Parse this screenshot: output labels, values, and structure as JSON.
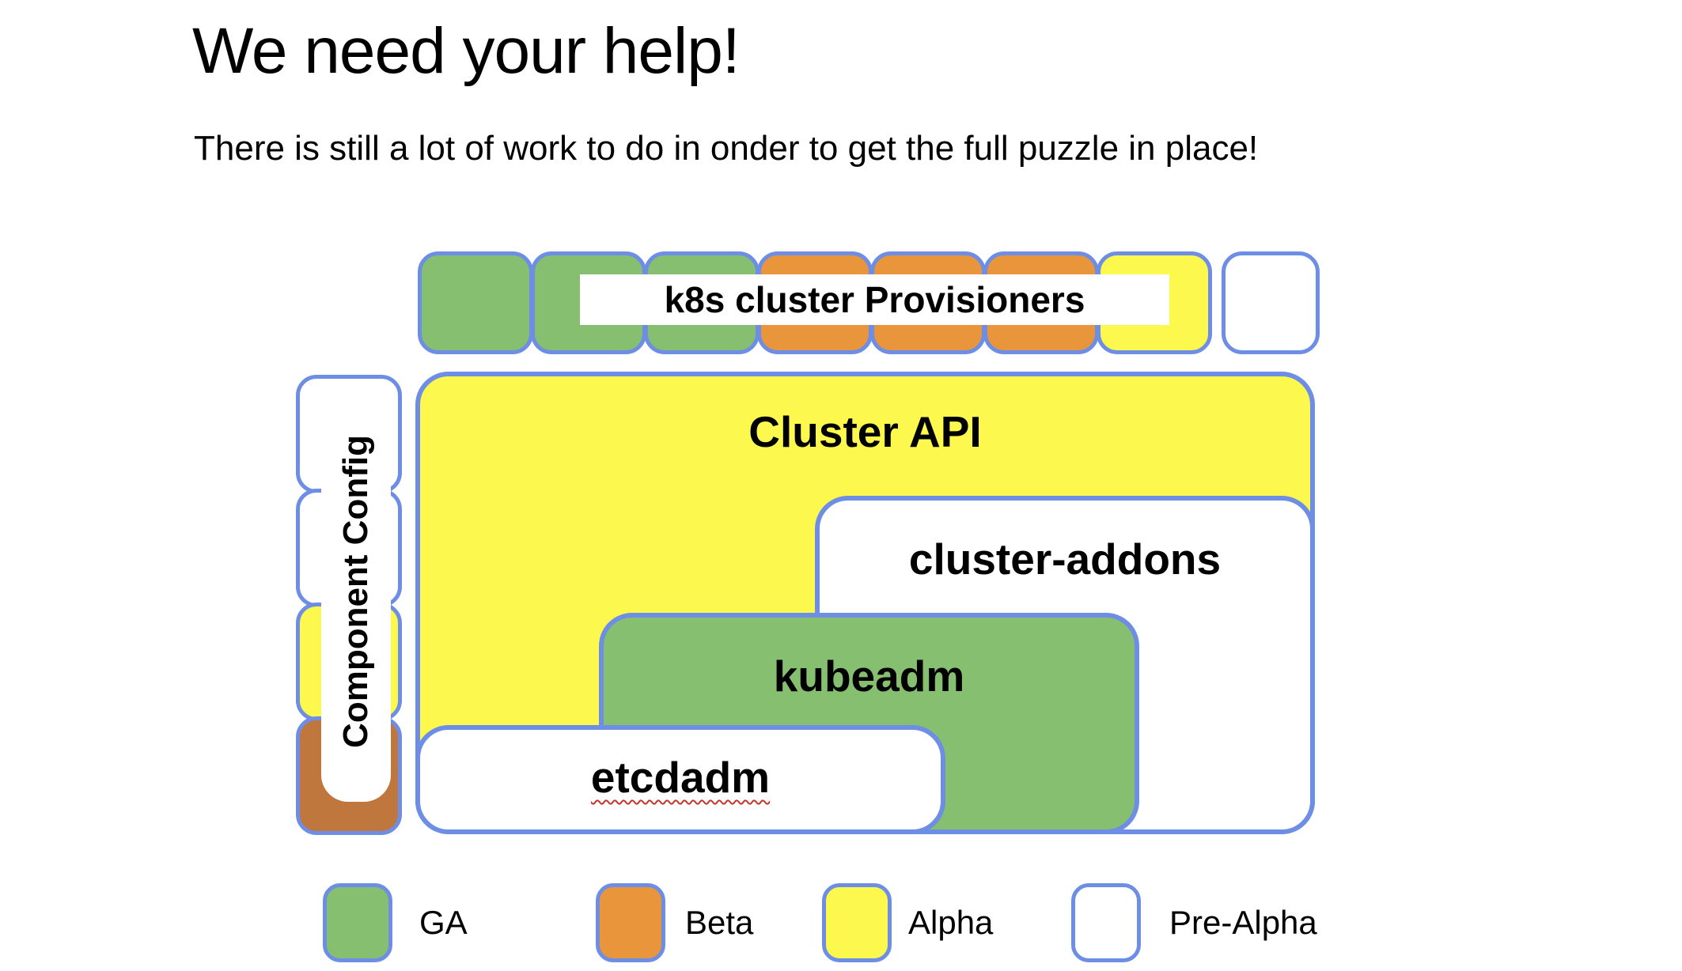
{
  "title": "We need your help!",
  "subtitle": "There is still a lot of work to do in onder to get the full puzzle in place!",
  "colors": {
    "ga": "#85bf6f",
    "beta": "#e9953c",
    "alpha": "#fcf84e",
    "pre_alpha": "#ffffff",
    "beta_dark": "#c0773e",
    "border_blue": "#6d8ee4",
    "squiggle_red": "#c5352b"
  },
  "provisioners": {
    "label": "k8s cluster Provisioners",
    "piece_statuses": [
      "ga",
      "ga",
      "ga",
      "beta",
      "beta",
      "beta",
      "alpha",
      "pre_alpha"
    ],
    "piece_colors": [
      "#85bf6f",
      "#85bf6f",
      "#85bf6f",
      "#e9953c",
      "#e9953c",
      "#e9953c",
      "#fcf84e",
      "#ffffff"
    ]
  },
  "component_config": {
    "label": "Component Config",
    "piece_statuses": [
      "pre_alpha",
      "pre_alpha",
      "alpha",
      "beta"
    ],
    "piece_colors": [
      "#ffffff",
      "#ffffff",
      "#fcf84e",
      "#c0773e"
    ]
  },
  "boxes": {
    "cluster_api": {
      "label": "Cluster API",
      "status": "alpha",
      "color": "#fcf84e"
    },
    "cluster_addons": {
      "label": "cluster-addons",
      "status": "pre_alpha",
      "color": "#ffffff"
    },
    "kubeadm": {
      "label": "kubeadm",
      "status": "ga",
      "color": "#85bf6f"
    },
    "etcdadm": {
      "label": "etcdadm",
      "status": "pre_alpha",
      "color": "#ffffff"
    }
  },
  "legend": {
    "items": [
      {
        "label": "GA",
        "color": "#85bf6f"
      },
      {
        "label": "Beta",
        "color": "#e9953c"
      },
      {
        "label": "Alpha",
        "color": "#fcf84e"
      },
      {
        "label": "Pre-Alpha",
        "color": "#ffffff"
      }
    ]
  }
}
